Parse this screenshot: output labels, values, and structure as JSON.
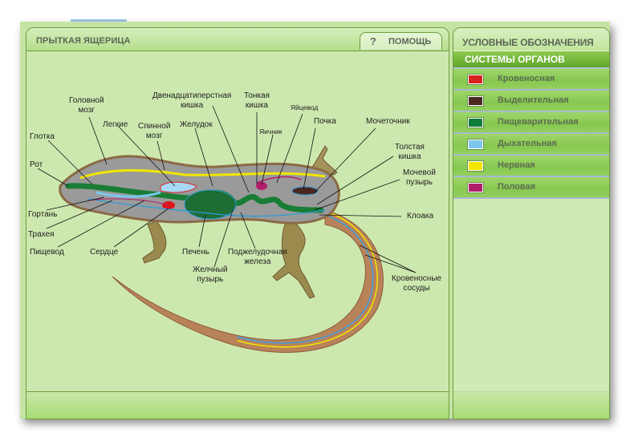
{
  "main": {
    "title": "ПРЫТКАЯ ЯЩЕРИЦА",
    "help_icon": "?",
    "help_label": "ПОМОЩЬ"
  },
  "legend": {
    "title": "УСЛОВНЫЕ ОБОЗНАЧЕНИЯ",
    "section_title": "СИСТЕМЫ ОРГАНОВ",
    "items": [
      {
        "label": "Кровеносная",
        "color": "#d9231f"
      },
      {
        "label": "Выделительная",
        "color": "#4a2820"
      },
      {
        "label": "Пищеварительная",
        "color": "#0f7d3a"
      },
      {
        "label": "Дыхательная",
        "color": "#7cc6ee"
      },
      {
        "label": "Нервная",
        "color": "#f2e600"
      },
      {
        "label": "Половая",
        "color": "#b01e6a"
      }
    ]
  },
  "diagram": {
    "labels": {
      "brain": "Головной\nмозг",
      "lungs": "Легкие",
      "spinal_cord": "Спинной\nмозг",
      "stomach": "Желудок",
      "duodenum": "Двенадцатиперстная\nкишка",
      "small_intestine": "Тонкая\nкишка",
      "ovary": "Яичник",
      "oviduct": "Яйцевод",
      "kidney": "Почка",
      "ureter": "Мочеточник",
      "large_intestine": "Толстая\nкишка",
      "bladder": "Мочевой\nпузырь",
      "cloaca": "Клоака",
      "blood_vessels": "Кровеносные\nсосуды",
      "pharynx": "Глотка",
      "mouth": "Рот",
      "larynx": "Гортань",
      "trachea": "Трахея",
      "esophagus": "Пищевод",
      "heart": "Сердце",
      "liver": "Печень",
      "gallbladder": "Желчный\nпузырь",
      "pancreas": "Поджелудочная\nжелеза"
    }
  }
}
